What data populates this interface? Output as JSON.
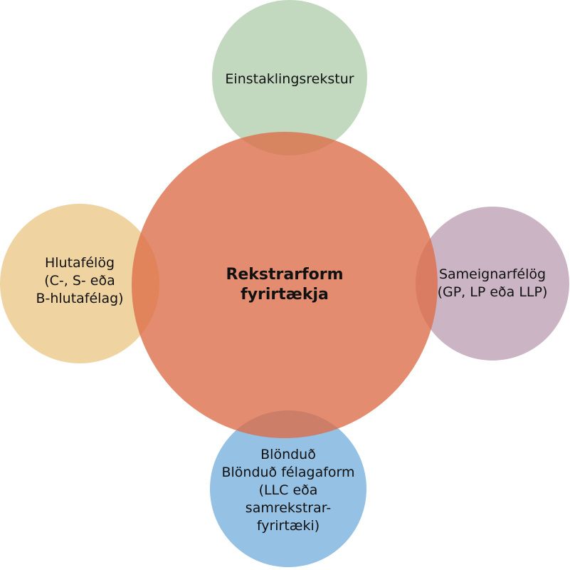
{
  "diagram": {
    "center": {
      "lines": [
        "Rekstrarform",
        "fyrirtækja"
      ],
      "color": "#dd6c47"
    },
    "top": {
      "lines": [
        "Einstaklingsrekstur"
      ],
      "color": "#a8c9a5"
    },
    "left": {
      "lines": [
        "Hlutafélög",
        "(C-, S- eða",
        "B-hlutafélag)"
      ],
      "color": "#e8c27a"
    },
    "right": {
      "lines": [
        "Sameignarfélög",
        "(GP, LP eða LLP)"
      ],
      "color": "#b596ac"
    },
    "bottom": {
      "lines": [
        "Blönduð",
        "Blönduð félagaform",
        "(LLC eða",
        "samrekstrar-",
        "fyrirtæki)"
      ],
      "color": "#67a7d9"
    }
  }
}
